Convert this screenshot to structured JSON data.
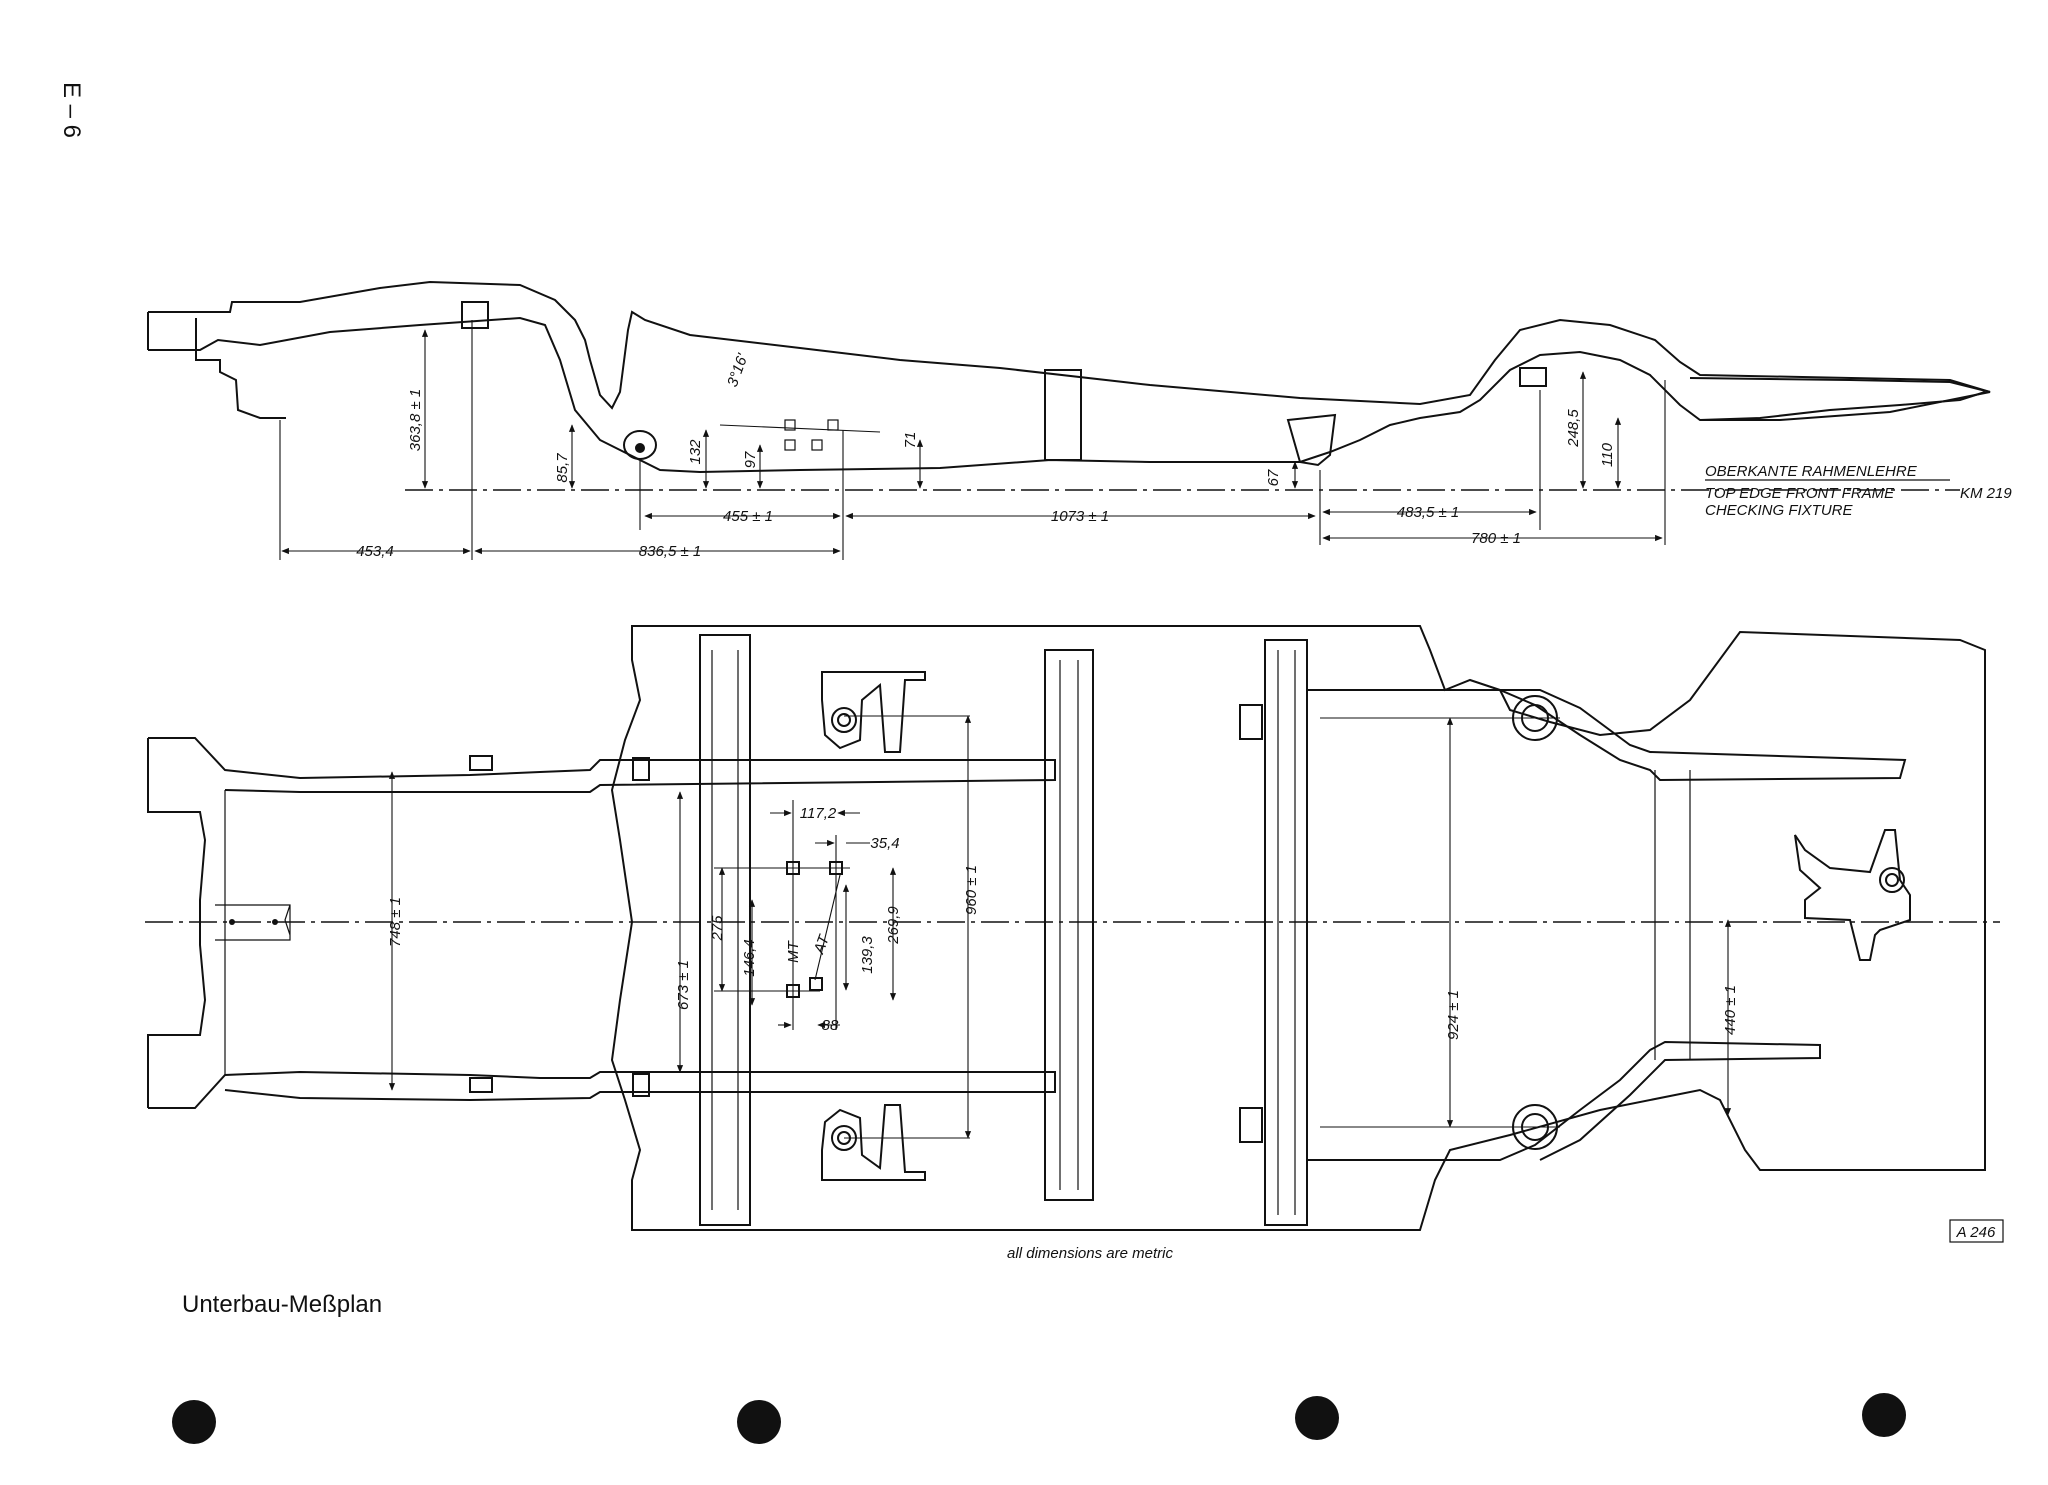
{
  "page": {
    "page_code": "E – 6",
    "caption": "Unterbau-Meßplan",
    "footnote": "all dimensions are metric",
    "figure_ref": "A 246"
  },
  "side_view": {
    "reference_de": "OBERKANTE RAHMENLEHRE",
    "reference_en_1": "TOP EDGE FRONT FRAME",
    "reference_en_2": "CHECKING FIXTURE",
    "fixture_code": "KM 219",
    "dims": {
      "d1": "363,8 ± 1",
      "d2": "85,7",
      "d3": "132",
      "d4": "97",
      "d5": "71",
      "d6": "67",
      "d7": "248,5",
      "d8": "110",
      "angle": "3°16'",
      "d9": "453,4",
      "d10": "836,5 ± 1",
      "d11": "455 ± 1",
      "d12": "1073 ± 1",
      "d13": "483,5 ± 1",
      "d14": "780 ± 1"
    }
  },
  "plan_view": {
    "dims": {
      "p1": "748 ± 1",
      "p2": "673 ± 1",
      "p3": "117,2",
      "p4": "35,4",
      "p5": "275",
      "p6": "146,4",
      "p7": "MT",
      "p8": "AT",
      "p9": "139,3",
      "p10": "269,9",
      "p11": "88",
      "p12": "960 ± 1",
      "p13": "924 ± 1",
      "p14": "440 ± 1"
    }
  }
}
